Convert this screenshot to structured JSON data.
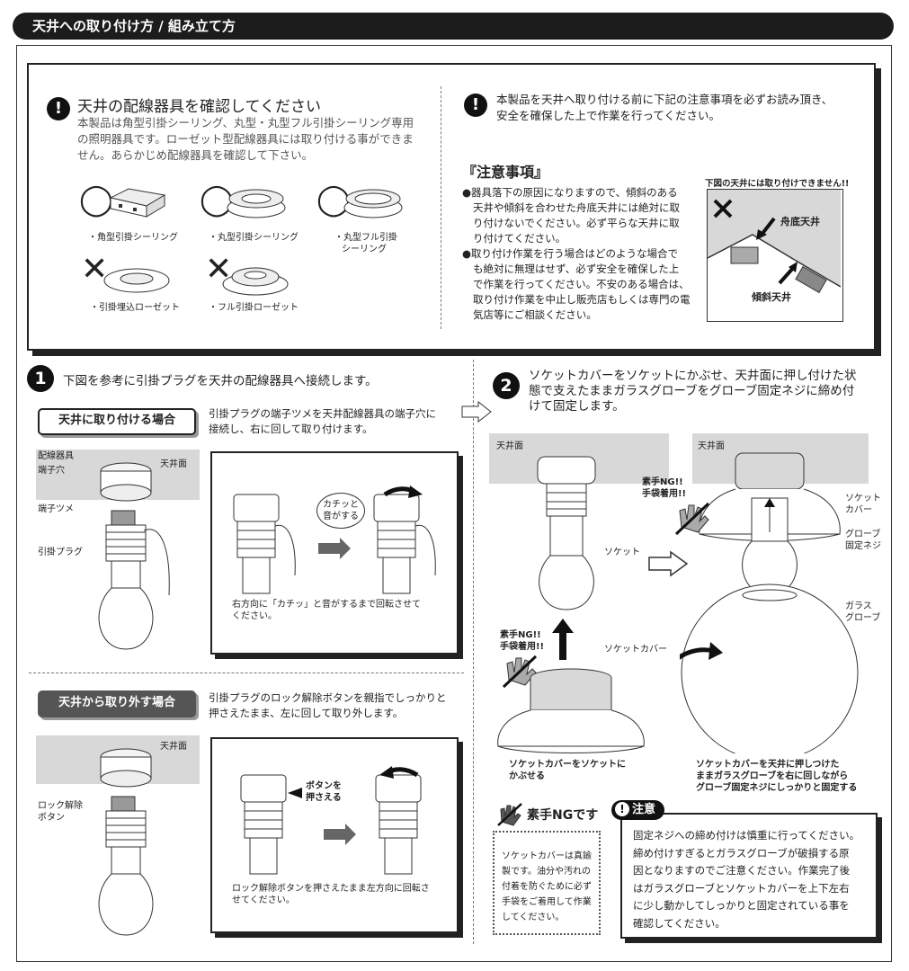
{
  "header": {
    "title": "天井への取り付け方 / 組み立て方"
  },
  "check": {
    "heading": "天井の配線器具を確認してください",
    "body": [
      "本製品は角型引掛シーリング、丸型・丸型フル引掛シーリング専用",
      "の照明器具です。ローゼット型配線器具には取り付ける事ができま",
      "せん。あらかじめ配線器具を確認して下さい。"
    ],
    "ok_items": [
      "・角型引掛シーリング",
      "・丸型引掛シーリング",
      "・丸型フル引掛",
      "シーリング"
    ],
    "ng_items": [
      "・引掛埋込ローゼット",
      "・フル引掛ローゼット"
    ],
    "ok_mark": "◯",
    "ng_mark": "✕"
  },
  "caution": {
    "intro": [
      "本製品を天井へ取り付ける前に下記の注意事項を必ずお読み頂き、",
      "安全を確保した上で作業を行ってください。"
    ],
    "title": "『注意事項』",
    "items": [
      [
        "●器具落下の原因になりますので、傾斜のある",
        "天井や傾斜を合わせた舟底天井には絶対に取",
        "り付けないでください。必ず平らな天井に取",
        "り付けてください。"
      ],
      [
        "●取り付け作業を行う場合はどのような場合で",
        "も絶対に無理はせず、必ず安全を確保した上",
        "で作業を行ってください。不安のある場合は、",
        "取り付け作業を中止し販売店もしくは専門の電",
        "気店等にご相談ください。"
      ]
    ],
    "ceiling_box_title": "下図の天井には取り付けできません!!",
    "label_funazoko": "舟底天井",
    "label_keisha": "傾斜天井"
  },
  "step1": {
    "number": "1",
    "title": "下図を参考に引掛プラグを天井の配線器具へ接続します。",
    "attach_label": "天井に取り付ける場合",
    "attach_desc": [
      "引掛プラグの端子ツメを天井配線器具の端子穴に",
      "接続し、右に回して取り付けます。"
    ],
    "labels": {
      "device": "配線器具",
      "hole": "端子穴",
      "claw": "端子ツメ",
      "plug": "引掛プラグ",
      "ceiling": "天井面"
    },
    "click_bubble": [
      "カチッと",
      "音がする"
    ],
    "attach_note": [
      "右方向に「カチッ」と音がするまで回転させて",
      "ください。"
    ],
    "remove_label": "天井から取り外す場合",
    "remove_desc": [
      "引掛プラグのロック解除ボタンを親指でしっかりと",
      "押さえたまま、左に回して取り外します。"
    ],
    "lock_label": [
      "ロック解除",
      "ボタン"
    ],
    "press_label": [
      "ボタンを",
      "押さえる"
    ],
    "remove_note": [
      "ロック解除ボタンを押さえたまま左方向に回転さ",
      "せてください。"
    ]
  },
  "step2": {
    "number": "2",
    "title": [
      "ソケットカバーをソケットにかぶせ、天井面に押し付けた状",
      "態で支えたままガラスグローブをグローブ固定ネジに締め付",
      "けて固定します。"
    ],
    "ceiling": "天井面",
    "socket": "ソケット",
    "socket_cover": "ソケットカバー",
    "ng_hand": [
      "素手NG!!",
      "手袋着用!!"
    ],
    "caption_left": [
      "ソケットカバーをソケットに",
      "かぶせる"
    ],
    "caption_right": [
      "ソケットカバーを天井に押しつけた",
      "ままガラスグローブを右に回しながら",
      "グローブ固定ネジにしっかりと固定する"
    ],
    "right_labels": {
      "cover": [
        "ソケット",
        "カバー"
      ],
      "screw": [
        "グローブ",
        "固定ネジ"
      ],
      "glass": [
        "ガラス",
        "グローブ"
      ]
    },
    "ng_title": "素手NGです",
    "ng_note": [
      "ソケットカバーは真鍮",
      "製です。油分や汚れの",
      "付着を防ぐために必ず",
      "手袋をご着用して作業",
      "してください。"
    ],
    "attention_title": "注意",
    "attention_body": [
      "固定ネジへの締め付けは慎重に行ってください。",
      "締め付けすぎるとガラスグローブが破損する原",
      "因となりますのでご注意ください。作業完了後",
      "はガラスグローブとソケットカバーを上下左右",
      "に少し動かしてしっかりと固定されている事を",
      "確認してください。"
    ]
  }
}
